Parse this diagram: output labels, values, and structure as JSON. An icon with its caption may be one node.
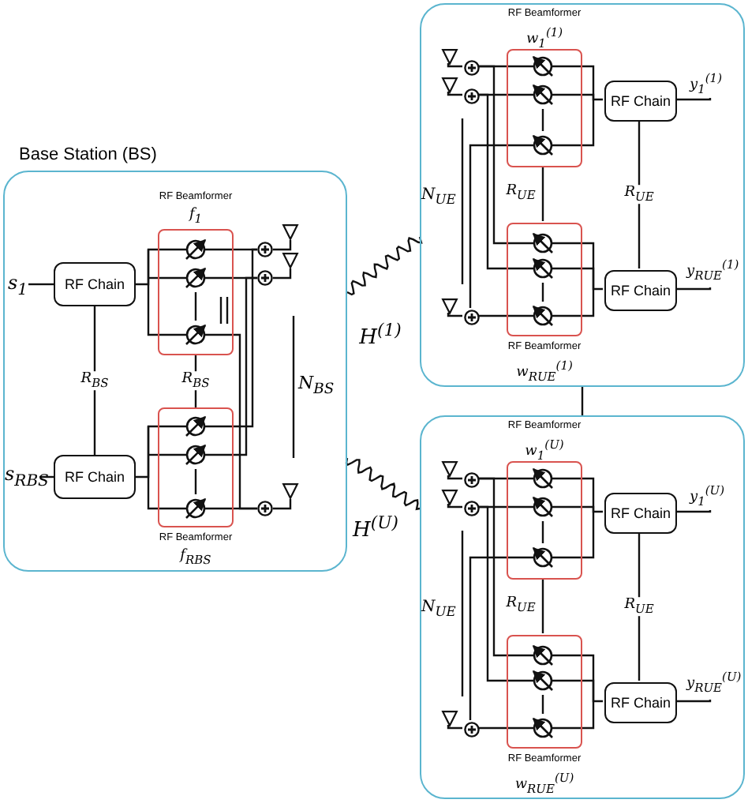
{
  "diagram": {
    "nodes": [
      {
        "text": [
          "Base Station (BS)"
        ]
      },
      {
        "text": [
          "s$_{1}$"
        ],
        "in": 0
      },
      {
        "text": [
          "RF Chain"
        ],
        "in": 0
      },
      {
        "text": [
          "RF Beamformer",
          "f$_{1}$"
        ],
        "in": 0
      },
      {
        "text": [],
        "shape": "circle",
        "in": 0
      },
      {
        "text": [],
        "shape": "circle",
        "in": 0
      },
      {
        "text": [],
        "shape": "triangle",
        "in": 0
      },
      {
        "text": [],
        "shape": "triangle",
        "in": 0
      },
      {
        "text": [
          "s$_{RBS}$"
        ],
        "in": 0
      },
      {
        "text": [
          "RF Chain"
        ],
        "in": 0
      },
      {
        "text": [
          "RF Beamformer",
          "f$_{RBS}$"
        ],
        "in": 0
      },
      {
        "text": [],
        "shape": "circle",
        "in": 0
      },
      {
        "text": [],
        "shape": "triangle",
        "in": 0
      },
      {
        "text": [],
        "shape": "box"
      },
      {
        "text": [
          "RF Beamformer",
          "w$_{1}$$^{(1)}$"
        ],
        "in": 13
      },
      {
        "text": [],
        "shape": "triangle",
        "in": 13
      },
      {
        "text": [],
        "shape": "triangle",
        "in": 13
      },
      {
        "text": [],
        "shape": "circle",
        "in": 13
      },
      {
        "text": [],
        "shape": "circle",
        "in": 13
      },
      {
        "text": [
          "RF Chain"
        ],
        "in": 13
      },
      {
        "text": [
          "y$_{1}$$^{(1)}$"
        ],
        "in": 13
      },
      {
        "text": [
          "RF Beamformer",
          "w$_{RUE}$$^{(1)}$"
        ],
        "in": 13
      },
      {
        "text": [],
        "shape": "triangle",
        "in": 13
      },
      {
        "text": [],
        "shape": "circle",
        "in": 13
      },
      {
        "text": [
          "RF Chain"
        ],
        "in": 13
      },
      {
        "text": [
          "y$_{RUE}$$^{(1)}$"
        ],
        "in": 13
      },
      {
        "text": [],
        "shape": "box"
      },
      {
        "text": [
          "RF Beamformer",
          "w$_{1}$$^{(U)}$"
        ],
        "in": 26
      },
      {
        "text": [],
        "shape": "triangle",
        "in": 26
      },
      {
        "text": [],
        "shape": "triangle",
        "in": 26
      },
      {
        "text": [],
        "shape": "circle",
        "in": 26
      },
      {
        "text": [],
        "shape": "circle",
        "in": 26
      },
      {
        "text": [
          "RF Chain"
        ],
        "in": 26
      },
      {
        "text": [
          "y$_{1}$$^{(U)}$"
        ],
        "in": 26
      },
      {
        "text": [
          "RF Beamformer",
          "w$_{RUE}$$^{(U)}$"
        ],
        "in": 26
      },
      {
        "text": [],
        "shape": "triangle",
        "in": 26
      },
      {
        "text": [],
        "shape": "circle",
        "in": 26
      },
      {
        "text": [
          "RF Chain"
        ],
        "in": 26
      },
      {
        "text": [
          "y$_{RUE}$$^{(U)}$"
        ],
        "in": 26
      }
    ],
    "edges": [
      {
        "from": 1,
        "to": 2,
        "arrow": "none"
      },
      {
        "from": 8,
        "to": 9,
        "arrow": "none"
      },
      {
        "from": 2,
        "to": 9,
        "arrow": "none",
        "label": "R$_{BS}$"
      },
      {
        "from": 2,
        "to": 3,
        "arrow": "none"
      },
      {
        "from": 9,
        "to": 10,
        "arrow": "none"
      },
      {
        "from": 3,
        "to": 10,
        "arrow": "none",
        "label": "R$_{BS}$"
      },
      {
        "from": 3,
        "to": 4,
        "arrow": "none"
      },
      {
        "from": 3,
        "to": 5,
        "arrow": "none"
      },
      {
        "from": 3,
        "to": 11,
        "arrow": "none"
      },
      {
        "from": 10,
        "to": 4,
        "arrow": "none"
      },
      {
        "from": 10,
        "to": 5,
        "arrow": "none"
      },
      {
        "from": 10,
        "to": 11,
        "arrow": "none"
      },
      {
        "from": 4,
        "to": 6,
        "arrow": "none"
      },
      {
        "from": 5,
        "to": 7,
        "arrow": "none"
      },
      {
        "from": 11,
        "to": 12,
        "arrow": "none"
      },
      {
        "from": 0,
        "to": 13,
        "arrow": "none",
        "label": "H$^{(1)}$"
      },
      {
        "from": 0,
        "to": 26,
        "arrow": "none",
        "label": "H$^{(U)}$"
      },
      {
        "from": 13,
        "to": 26,
        "arrow": "none"
      },
      {
        "from": 15,
        "to": 17,
        "arrow": "none"
      },
      {
        "from": 16,
        "to": 18,
        "arrow": "none"
      },
      {
        "from": 22,
        "to": 23,
        "arrow": "none"
      },
      {
        "from": 17,
        "to": 14,
        "arrow": "none"
      },
      {
        "from": 17,
        "to": 21,
        "arrow": "none"
      },
      {
        "from": 18,
        "to": 14,
        "arrow": "none"
      },
      {
        "from": 18,
        "to": 21,
        "arrow": "none"
      },
      {
        "from": 23,
        "to": 14,
        "arrow": "none"
      },
      {
        "from": 23,
        "to": 21,
        "arrow": "none"
      },
      {
        "from": 14,
        "to": 19,
        "arrow": "none"
      },
      {
        "from": 21,
        "to": 24,
        "arrow": "none"
      },
      {
        "from": 19,
        "to": 20,
        "arrow": "none"
      },
      {
        "from": 24,
        "to": 25,
        "arrow": "none"
      },
      {
        "from": 19,
        "to": 24,
        "arrow": "none",
        "label": "R$_{UE}$"
      },
      {
        "from": 14,
        "to": 21,
        "arrow": "none",
        "label": "R$_{UE}$"
      },
      {
        "from": 28,
        "to": 30,
        "arrow": "none"
      },
      {
        "from": 29,
        "to": 31,
        "arrow": "none"
      },
      {
        "from": 35,
        "to": 36,
        "arrow": "none"
      },
      {
        "from": 30,
        "to": 27,
        "arrow": "none"
      },
      {
        "from": 30,
        "to": 34,
        "arrow": "none"
      },
      {
        "from": 31,
        "to": 27,
        "arrow": "none"
      },
      {
        "from": 31,
        "to": 34,
        "arrow": "none"
      },
      {
        "from": 36,
        "to": 27,
        "arrow": "none"
      },
      {
        "from": 36,
        "to": 34,
        "arrow": "none"
      },
      {
        "from": 27,
        "to": 32,
        "arrow": "none"
      },
      {
        "from": 34,
        "to": 37,
        "arrow": "none"
      },
      {
        "from": 32,
        "to": 33,
        "arrow": "none"
      },
      {
        "from": 37,
        "to": 38,
        "arrow": "none"
      },
      {
        "from": 32,
        "to": 37,
        "arrow": "none",
        "label": "R$_{UE}$"
      },
      {
        "from": 27,
        "to": 34,
        "arrow": "none",
        "label": "R$_{UE}$"
      }
    ],
    "labels": [
      "N$_{BS}$",
      "N$_{UE}$",
      "N$_{UE}$"
    ]
  }
}
